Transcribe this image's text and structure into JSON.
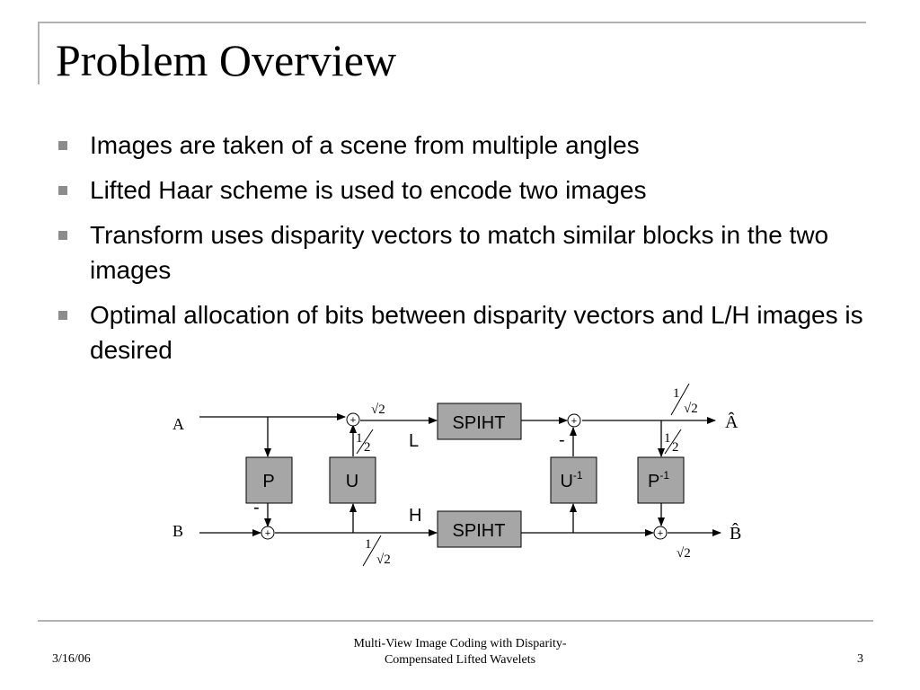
{
  "slide": {
    "title": "Problem Overview",
    "bullets": [
      "Images are taken of a scene from multiple angles",
      "Lifted Haar scheme is used to encode two images",
      "Transform uses disparity vectors to match similar blocks in the two images",
      "Optimal allocation of bits between disparity vectors and L/H images is desired"
    ]
  },
  "diagram": {
    "input_a": "A",
    "input_b": "B",
    "output_a": "Â",
    "output_b": "B̂",
    "block_p": "P",
    "block_u": "U",
    "block_u_inv": "U",
    "block_p_inv": "P",
    "inverse_exp": "-1",
    "spiht_top": "SPIHT",
    "spiht_bottom": "SPIHT",
    "label_l": "L",
    "label_h": "H",
    "minus": "-",
    "plus": "+",
    "sqrt2": "√2",
    "one": "1",
    "two": "2"
  },
  "footer": {
    "date": "3/16/06",
    "title_line1": "Multi-View Image Coding with Disparity-",
    "title_line2": "Compensated Lifted Wavelets",
    "page": "3"
  }
}
